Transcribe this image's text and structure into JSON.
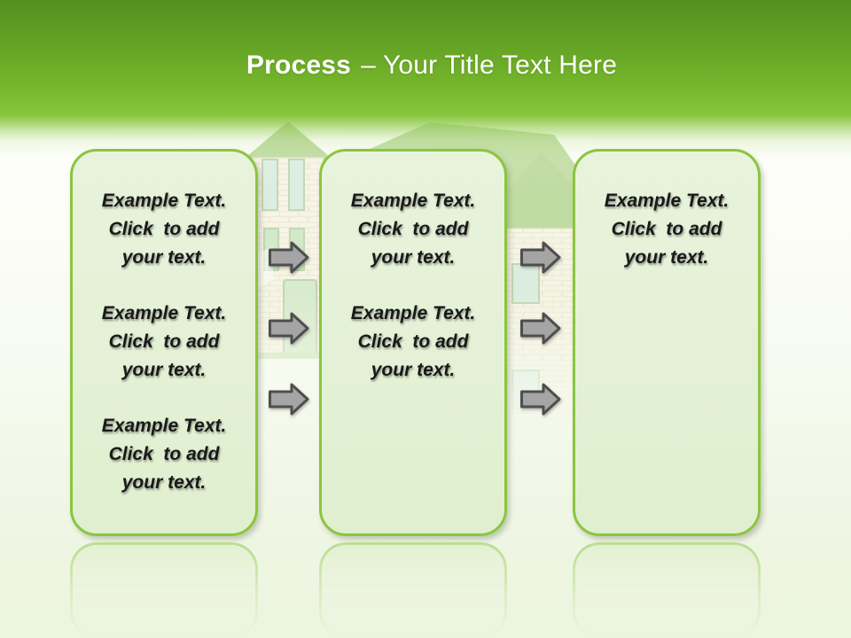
{
  "slide": {
    "title": {
      "bold": "Process",
      "rest": "– Your Title Text Here"
    }
  },
  "boxes": [
    {
      "paragraphs": [
        {
          "lines": [
            "Example Text.",
            "Click  to add",
            "your text."
          ]
        },
        {
          "lines": [
            "Example Text.",
            "Click  to add",
            "your text."
          ]
        },
        {
          "lines": [
            "Example Text.",
            "Click  to add",
            "your text."
          ]
        }
      ]
    },
    {
      "paragraphs": [
        {
          "lines": [
            "Example Text.",
            "Click  to add",
            "your text."
          ]
        },
        {
          "lines": [
            "Example Text.",
            "Click  to add",
            "your text."
          ]
        }
      ]
    },
    {
      "paragraphs": [
        {
          "lines": [
            "Example Text.",
            "Click  to add",
            "your text."
          ]
        }
      ]
    }
  ],
  "arrows": {
    "icon": "right-arrow-icon",
    "per_gap": 3,
    "gaps": 2
  },
  "colors": {
    "header_green_dark": "#549020",
    "header_green_light": "#87c63c",
    "box_border_green": "#8bc53e",
    "box_fill_green": "#e4f1d6",
    "arrow_fill_gray": "#a5a5a5",
    "arrow_stroke_gray": "#4e4e4e",
    "text_dark": "#191919",
    "title_white": "#ffffff"
  }
}
